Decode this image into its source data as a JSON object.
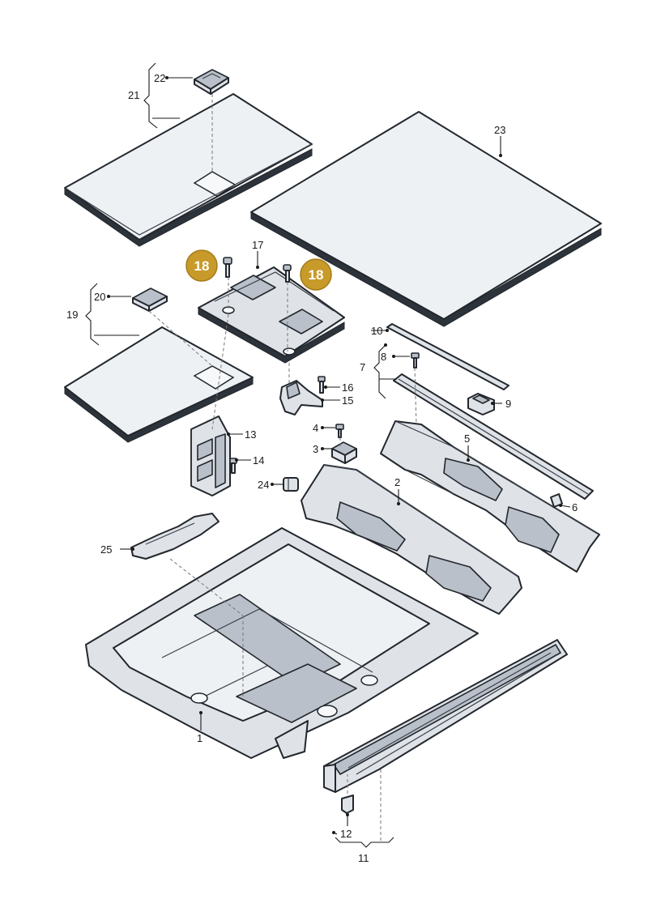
{
  "labels": {
    "l1": "1",
    "l2": "2",
    "l3": "3",
    "l4": "4",
    "l5": "5",
    "l6": "6",
    "l7": "7",
    "l8": "8",
    "l9": "9",
    "l10": "10",
    "l11": "11",
    "l12": "12",
    "l13": "13",
    "l14": "14",
    "l15": "15",
    "l16": "16",
    "l17": "17",
    "l19": "19",
    "l20": "20",
    "l21": "21",
    "l22": "22",
    "l23": "23",
    "l24": "24",
    "l25": "25"
  },
  "badges": {
    "b18a": "18",
    "b18b": "18"
  },
  "colors": {
    "badge": "#c79a2a",
    "part": "#dfe3e8",
    "outline": "#22272d"
  }
}
